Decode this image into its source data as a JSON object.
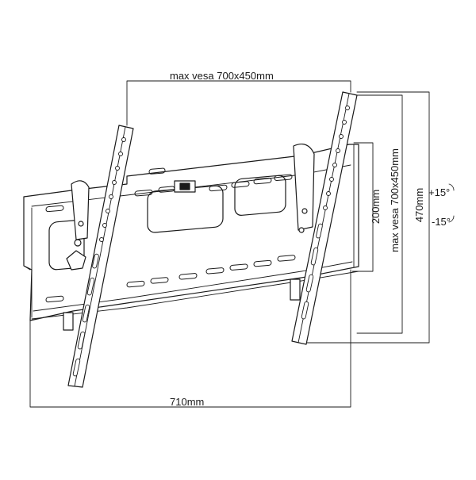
{
  "dimensions": {
    "vesa_top": "max vesa 700x450mm",
    "width_bottom": "710mm",
    "plate_height": "200mm",
    "vesa_side": "max vesa 700x450mm",
    "overall_height": "470mm",
    "tilt_up": "+15°",
    "tilt_down": "-15°"
  },
  "colors": {
    "line": "#1a1a1a",
    "background": "#ffffff"
  }
}
